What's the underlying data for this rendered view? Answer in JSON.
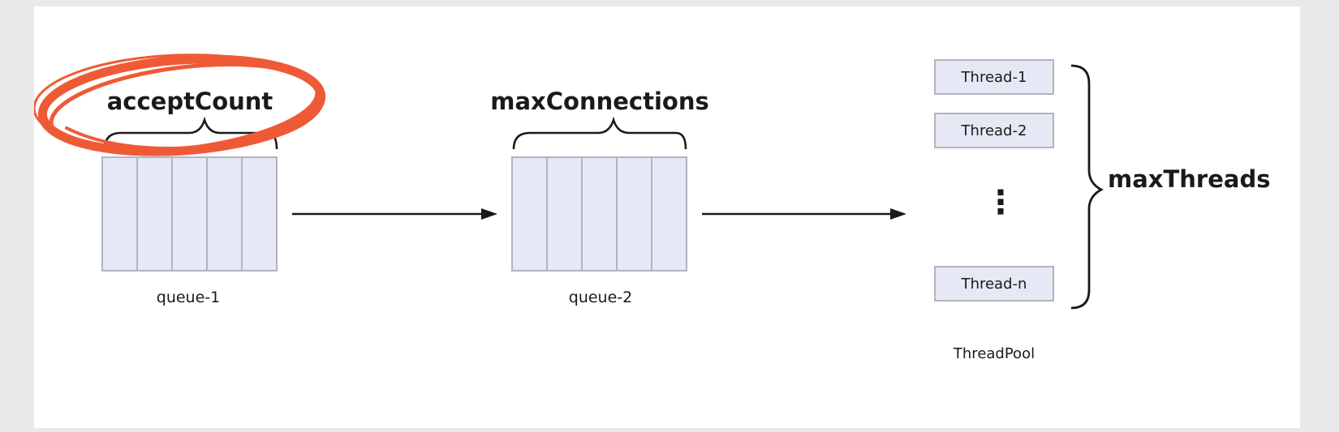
{
  "queue1": {
    "label": "acceptCount",
    "caption": "queue-1",
    "slots": 5
  },
  "queue2": {
    "label": "maxConnections",
    "caption": "queue-2",
    "slots": 5
  },
  "threadpool": {
    "threads": [
      "Thread-1",
      "Thread-2",
      "Thread-n"
    ],
    "ellipsis": "⋮",
    "brace_label": "maxThreads",
    "caption": "ThreadPool"
  },
  "colors": {
    "slot_fill": "#e6e8f5",
    "slot_stroke": "#b2b4bc",
    "highlight": "#ef5a36",
    "ink": "#1a1a1a"
  }
}
